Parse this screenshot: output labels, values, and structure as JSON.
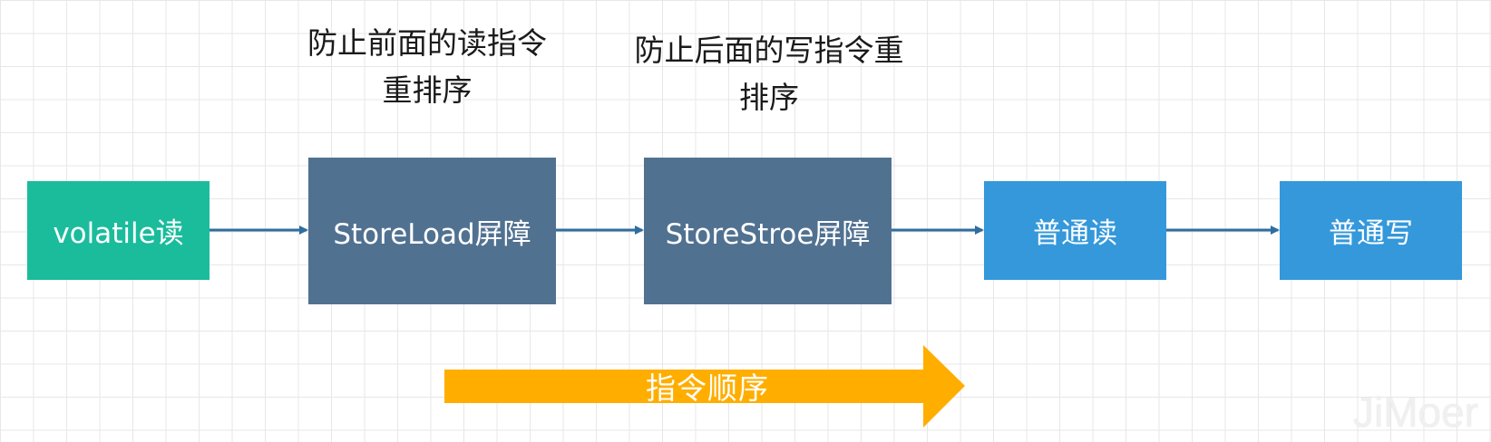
{
  "nodes": {
    "volatile_read": "volatile读",
    "storeload_barrier": "StoreLoad屏障",
    "storestore_barrier": "StoreStroe屏障",
    "normal_read": "普通读",
    "normal_write": "普通写"
  },
  "notes": {
    "storeload": "防止前面的读指令重排序",
    "storestore": "防止后面的写指令重排序"
  },
  "order_arrow_label": "指令顺序",
  "watermark": "JiMoer",
  "colors": {
    "volatile_read_fill": "#1abc9c",
    "barrier_fill": "#517191",
    "normal_fill": "#3498db",
    "connector": "#2e6e9e",
    "order_arrow": "#ffae00"
  }
}
